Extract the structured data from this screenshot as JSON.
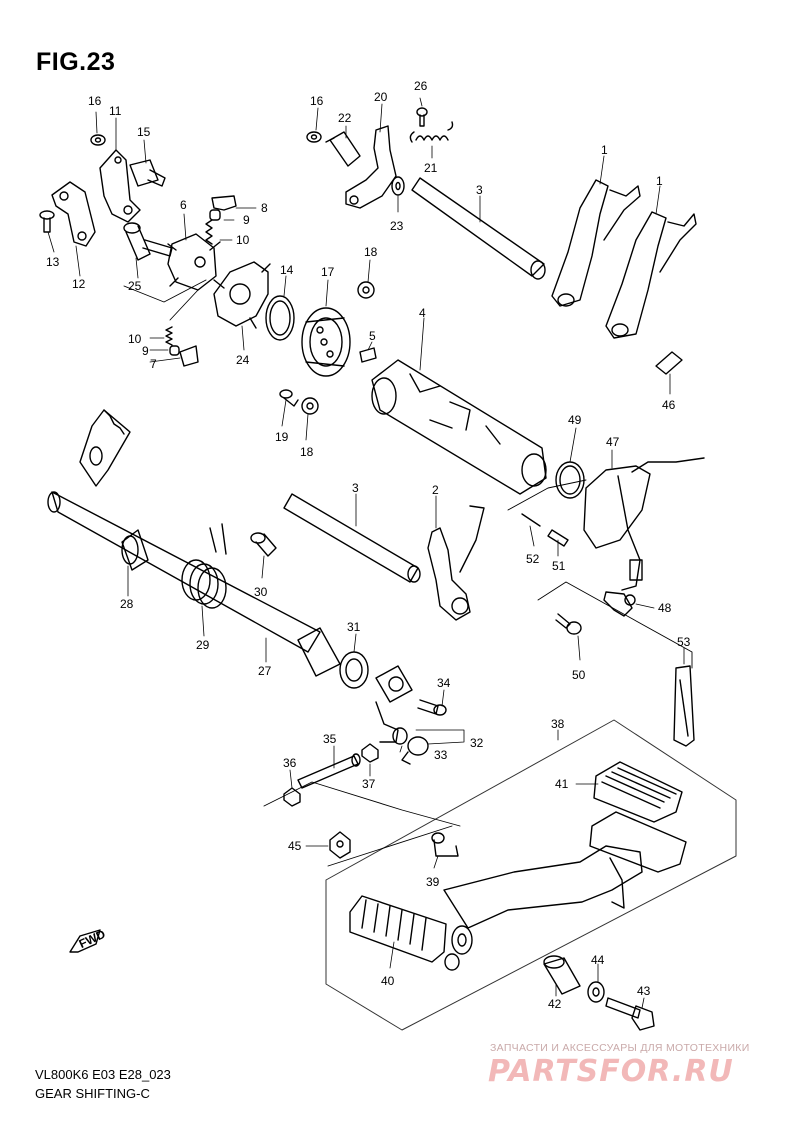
{
  "figure": {
    "title": "FIG.23",
    "code": "VL800K6 E03 E28_023",
    "caption": "GEAR SHIFTING-C"
  },
  "watermark": {
    "text": "ЗАПЧАСТИ И АКСЕССУАРЫ ДЛЯ МОТОТЕХНИКИ",
    "logo": "PARTSFOR.RU"
  },
  "direction_badge": "FWD",
  "callouts": [
    "16",
    "11",
    "15",
    "13",
    "12",
    "6",
    "8",
    "9",
    "10",
    "25",
    "16",
    "22",
    "20",
    "26",
    "21",
    "23",
    "3",
    "1",
    "1",
    "18",
    "14",
    "17",
    "10",
    "9",
    "7",
    "24",
    "5",
    "4",
    "19",
    "18",
    "46",
    "49",
    "47",
    "3",
    "2",
    "52",
    "51",
    "48",
    "28",
    "30",
    "29",
    "27",
    "31",
    "50",
    "34",
    "32",
    "33",
    "35",
    "36",
    "37",
    "53",
    "38",
    "41",
    "45",
    "39",
    "40",
    "44",
    "42",
    "43"
  ]
}
